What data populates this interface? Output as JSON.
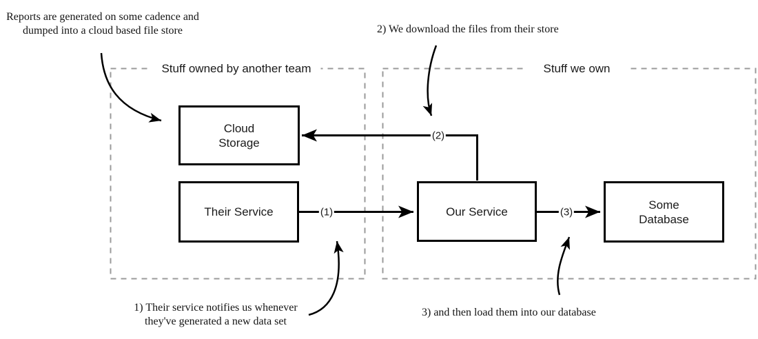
{
  "zones": {
    "another_team": {
      "label": "Stuff owned by another team"
    },
    "we_own": {
      "label": "Stuff we own"
    }
  },
  "nodes": {
    "cloud_storage": {
      "label": "Cloud\nStorage",
      "zone": "another_team"
    },
    "their_service": {
      "label": "Their Service",
      "zone": "another_team"
    },
    "our_service": {
      "label": "Our Service",
      "zone": "we_own"
    },
    "some_database": {
      "label": "Some\nDatabase",
      "zone": "we_own"
    }
  },
  "connectors": {
    "c1": {
      "label": "(1)",
      "from": "their_service",
      "to": "our_service"
    },
    "c2": {
      "label": "(2)",
      "from": "our_service",
      "to": "cloud_storage"
    },
    "c3": {
      "label": "(3)",
      "from": "our_service",
      "to": "some_database"
    }
  },
  "annotations": {
    "reports": {
      "text": "Reports are generated on some cadence and\ndumped into a cloud based file store",
      "points_to": "cloud_storage"
    },
    "step2": {
      "text": "2) We download the files from their store",
      "points_to": "(2)"
    },
    "step1": {
      "text": "1) Their service notifies us whenever\nthey've generated a new data set",
      "points_to": "(1)"
    },
    "step3": {
      "text": "3) and then load them into our database",
      "points_to": "(3)"
    }
  },
  "colors": {
    "line": "#000000",
    "dash": "#9a9a9a",
    "background": "#ffffff"
  }
}
